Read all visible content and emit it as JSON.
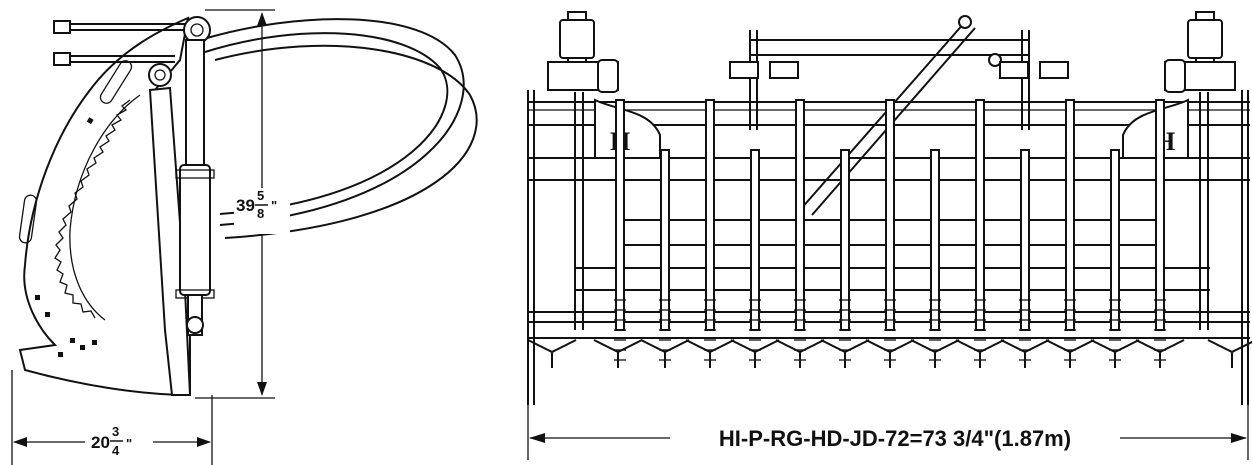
{
  "side_view": {
    "height_dimension": {
      "whole": "39",
      "numerator": "5",
      "denominator": "8",
      "unit": "\""
    },
    "depth_dimension": {
      "whole": "20",
      "numerator": "3",
      "denominator": "4",
      "unit": "\""
    }
  },
  "front_view": {
    "width_dimension_label": "HI-P-RG-HD-JD-72=73 3/4\"(1.87m)",
    "logo_glyph": "H"
  }
}
